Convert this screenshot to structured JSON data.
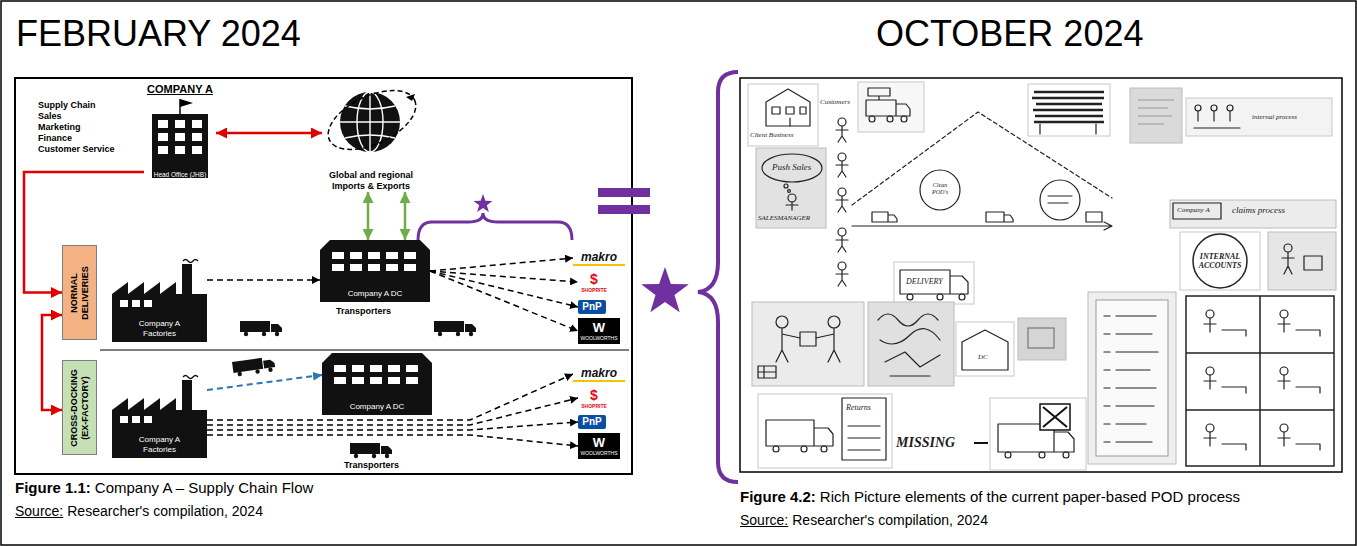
{
  "diagram": {
    "nodes": [
      {
        "text": [
          "COMPANY A",
          "Head Office (JHB)"
        ]
      },
      {
        "text": [
          "Global and regional Imports & Exports"
        ]
      },
      {
        "text": [
          "NORMAL DELIVERIES"
        ]
      },
      {
        "text": [
          "Company A",
          "Factories"
        ]
      },
      {
        "text": [
          "Company A DC"
        ]
      },
      {
        "text": [
          "makro"
        ]
      },
      {
        "text": [
          "$",
          "SHOPRITE"
        ]
      },
      {
        "text": [
          "PnP"
        ]
      },
      {
        "text": [
          "W",
          "WOOLWORTHS"
        ]
      },
      {
        "text": [
          "CROSS-DOCKING (EX-FACTORY)"
        ]
      },
      {
        "text": [
          "Company A DC"
        ]
      },
      {
        "text": [
          "Company A",
          "Factories"
        ]
      },
      {
        "text": [
          "makro"
        ]
      },
      {
        "text": [
          "$",
          "SHOPRITE"
        ]
      },
      {
        "text": [
          "PnP"
        ]
      },
      {
        "text": [
          "W",
          "WOOLWORTHS"
        ]
      }
    ],
    "edges": [
      {
        "from": 0,
        "to": 1,
        "arrow": "both"
      },
      {
        "from": 0,
        "to": 2,
        "arrow": "to"
      },
      {
        "from": 2,
        "to": 9,
        "arrow": "both"
      },
      {
        "from": 1,
        "to": 4,
        "arrow": "both"
      },
      {
        "from": 1,
        "to": 4,
        "arrow": "both"
      },
      {
        "from": 3,
        "to": 4,
        "arrow": "to"
      },
      {
        "from": 4,
        "to": 5,
        "arrow": "to"
      },
      {
        "from": 4,
        "to": 6,
        "arrow": "to"
      },
      {
        "from": 4,
        "to": 7,
        "arrow": "to"
      },
      {
        "from": 4,
        "to": 8,
        "arrow": "to"
      },
      {
        "from": 11,
        "to": 10,
        "arrow": "to"
      },
      {
        "from": 11,
        "to": 12,
        "arrow": "to"
      },
      {
        "from": 11,
        "to": 13,
        "arrow": "to"
      },
      {
        "from": 11,
        "to": 14,
        "arrow": "to"
      },
      {
        "from": 11,
        "to": 15,
        "arrow": "to"
      }
    ],
    "labels": [
      "FEBRUARY 2024",
      "OCTOBER 2024",
      "Supply Chain",
      "Sales",
      "Marketing",
      "Finance",
      "Customer Service",
      "Transporters",
      "Transporters",
      "Figure 1.1:",
      "Company A – Supply Chain Flow",
      "Source:",
      "Researcher's compilation, 2024",
      "Figure 4.2:",
      "Rich Picture elements of the current paper-based POD process",
      "Source:",
      "Researcher's compilation, 2024",
      "Client Business",
      "Customers",
      "Push Sales",
      "SALESMANAGER",
      "Clean POD's",
      "DELIVERY",
      "INTERNAL ACCOUNTS",
      "Company A",
      "claims process",
      "internal process",
      "DC",
      "Returns",
      "MISSING"
    ]
  }
}
